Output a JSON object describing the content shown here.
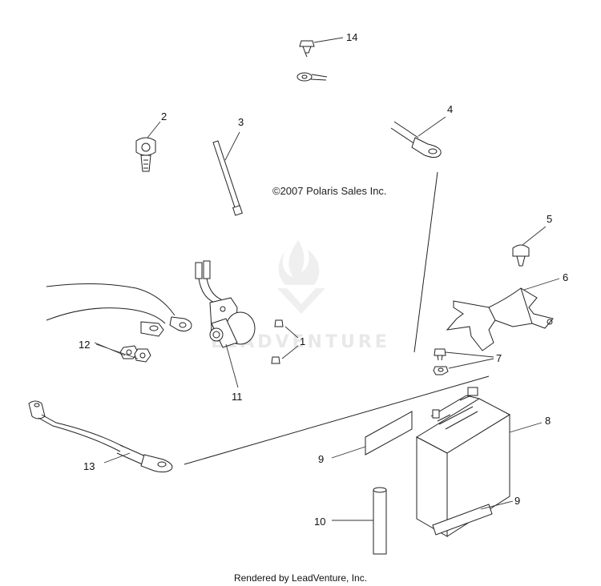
{
  "copyright": "©2007 Polaris Sales Inc.",
  "footer": "Rendered by LeadVenture, Inc.",
  "watermark": "LEADVENTURE",
  "callouts": {
    "c1": "1",
    "c2": "2",
    "c3": "3",
    "c4": "4",
    "c5": "5",
    "c6": "6",
    "c7": "7",
    "c8": "8",
    "c9a": "9",
    "c9b": "9",
    "c10": "10",
    "c11": "11",
    "c12": "12",
    "c13": "13",
    "c14": "14"
  }
}
